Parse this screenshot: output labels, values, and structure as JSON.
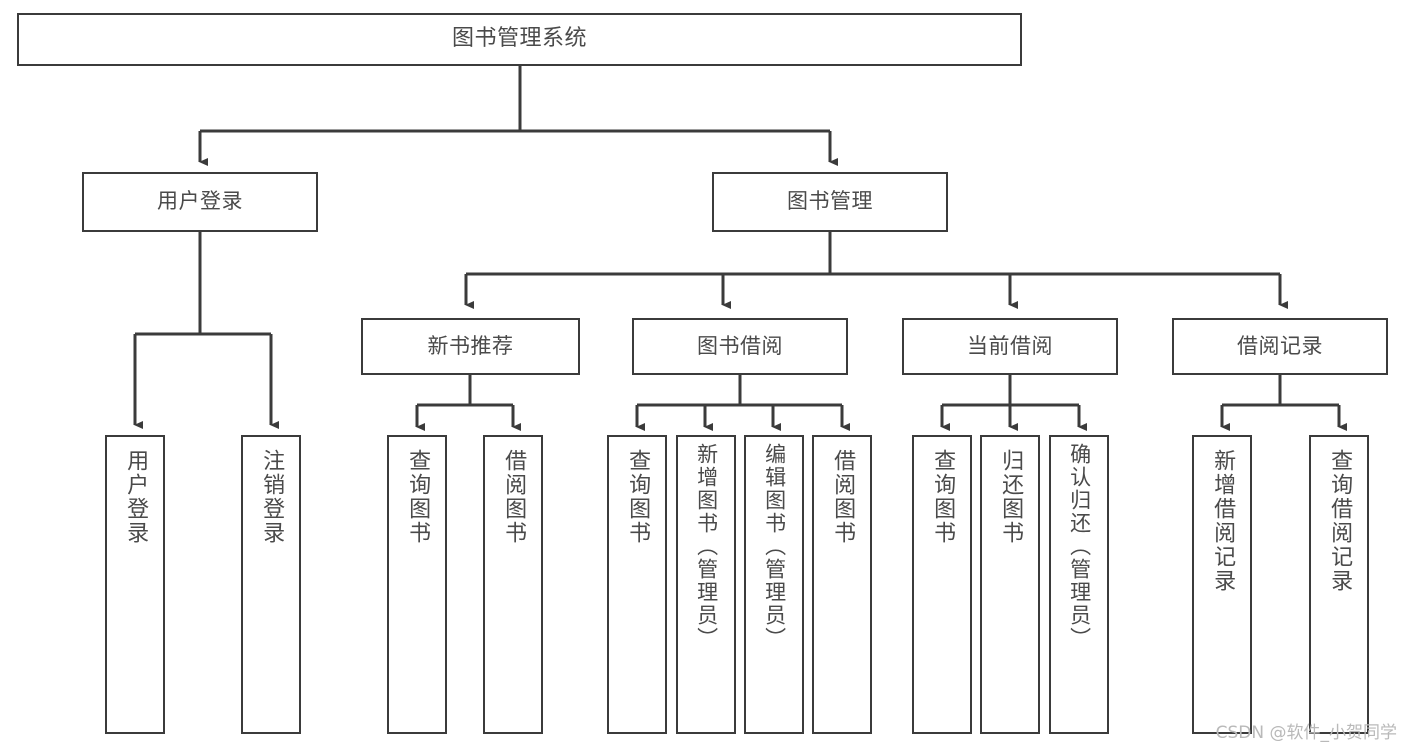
{
  "diagram": {
    "title": "图书管理系统",
    "type": "tree-hierarchy-chart",
    "watermark": "CSDN @软件_小贺同学",
    "colors": {
      "background": "#ffffff",
      "box_border": "#3b3b3b",
      "box_fill": "#ffffff",
      "connector": "#3b3b3b",
      "text": "#4a4a4a",
      "watermark": "#b9b9b9"
    },
    "nodes": {
      "root": {
        "label": "图书管理系统"
      },
      "level2": [
        {
          "id": "user-login",
          "label": "用户登录"
        },
        {
          "id": "book-manage",
          "label": "图书管理"
        }
      ],
      "level3": [
        {
          "id": "new-book-recommend",
          "label": "新书推荐"
        },
        {
          "id": "book-borrow",
          "label": "图书借阅"
        },
        {
          "id": "current-borrow",
          "label": "当前借阅"
        },
        {
          "id": "borrow-record",
          "label": "借阅记录"
        }
      ],
      "leaves": {
        "user-login": [
          {
            "id": "leaf-user-login",
            "label": "用户登录"
          },
          {
            "id": "leaf-logout-login",
            "label": "注销登录"
          }
        ],
        "new-book-recommend": [
          {
            "id": "leaf-query-book-1",
            "label": "查询图书"
          },
          {
            "id": "leaf-borrow-book-1",
            "label": "借阅图书"
          }
        ],
        "book-borrow": [
          {
            "id": "leaf-query-book-2",
            "label": "查询图书"
          },
          {
            "id": "leaf-add-book",
            "label": "新增图书（管理员）"
          },
          {
            "id": "leaf-edit-book",
            "label": "编辑图书（管理员）"
          },
          {
            "id": "leaf-borrow-book-2",
            "label": "借阅图书"
          }
        ],
        "current-borrow": [
          {
            "id": "leaf-query-book-3",
            "label": "查询图书"
          },
          {
            "id": "leaf-return-book",
            "label": "归还图书"
          },
          {
            "id": "leaf-confirm-return",
            "label": "确认归还（管理员）"
          }
        ],
        "borrow-record": [
          {
            "id": "leaf-add-record",
            "label": "新增借阅记录"
          },
          {
            "id": "leaf-query-record",
            "label": "查询借阅记录"
          }
        ]
      }
    }
  }
}
